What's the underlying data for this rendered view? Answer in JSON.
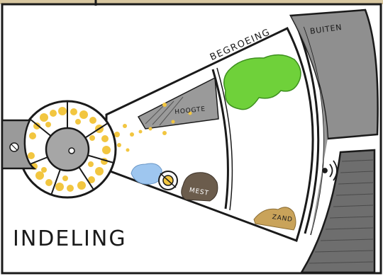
{
  "title": "INDELING",
  "zones": {
    "begroeing": "BEGROEING",
    "buiten": "BUITEN",
    "hoogte": "HOOGTE",
    "mest": "MEST",
    "zand": "ZAND"
  },
  "colors": {
    "paper": "#ffffff",
    "ink": "#1a1a1a",
    "wall_grey": "#8f8f8f",
    "dark_grey": "#6e6e6e",
    "hub_grey": "#a6a6a6",
    "grain_yellow": "#f2c640",
    "grass_green": "#6fd13a",
    "sand_tan": "#c9a35a",
    "water_blue": "#9ec6ef",
    "dirt_brown": "#6b5c4c",
    "beige_frame": "#d8c7a0"
  }
}
